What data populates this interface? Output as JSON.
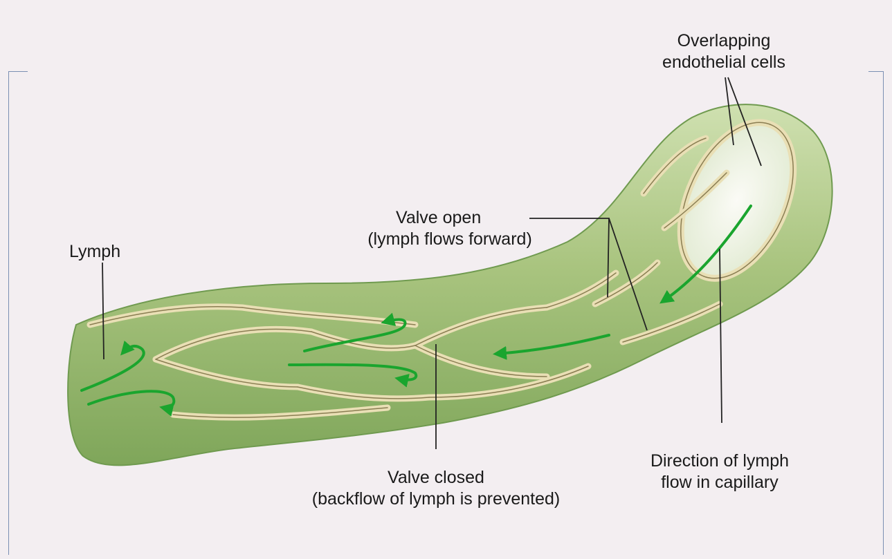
{
  "labels": {
    "overlapping": {
      "line1": "Overlapping",
      "line2": "endothelial cells"
    },
    "valve_open": {
      "line1": "Valve open",
      "line2": "(lymph flows forward)"
    },
    "lymph": "Lymph",
    "valve_closed": {
      "line1": "Valve closed",
      "line2": "(backflow of lymph is prevented)"
    },
    "direction": {
      "line1": "Direction of lymph",
      "line2": "flow in capillary"
    }
  },
  "colors": {
    "background": "#f3eef1",
    "vessel": "#a9c47f",
    "vessel_dark": "#6f9a4f",
    "cell_edge": "#e9dfb5",
    "cell_outline": "#8a7d52",
    "arrow": "#1aa52e",
    "leader": "#222222",
    "frame": "#7a8fb3"
  }
}
